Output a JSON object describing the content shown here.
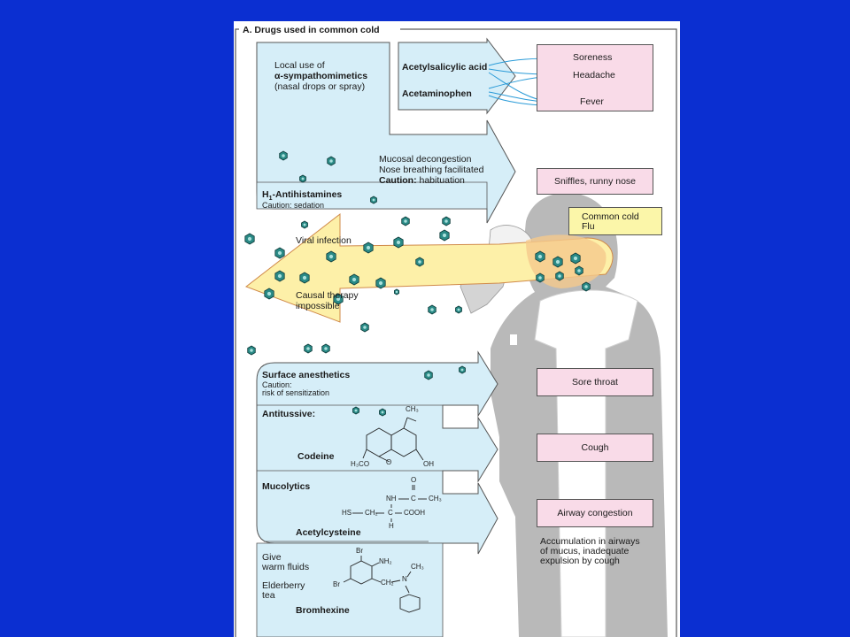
{
  "colors": {
    "background": "#0b2fd1",
    "panel": "#ffffff",
    "arrow_fill": "#d6eef8",
    "symptom_box": "#f9dbe8",
    "illness_box": "#fbf6a9",
    "virus_fill": "#2a8a86",
    "silhouette": "#b9b9b9"
  },
  "section_title": "A. Drugs used in common cold",
  "top": {
    "local_use_line1": "Local use of",
    "local_use_line2": "α-sympathomimetics",
    "local_use_line3": "(nasal drops or spray)",
    "asa": "Acetylsalicylic acid",
    "acetaminophen": "Acetaminophen",
    "symptoms": [
      "Soreness",
      "Headache",
      "Fever"
    ],
    "decongestion_line1": "Mucosal decongestion",
    "decongestion_line2": "Nose breathing facilitated",
    "caution_label": "Caution:",
    "caution_habituation": "habituation",
    "antihistamines_prefix": "H",
    "antihistamines_sub": "1",
    "antihistamines_rest": "-Antihistamines",
    "antihistamines_caution": "Caution: sedation",
    "sniffles": "Sniffles, runny nose",
    "illness_line1": "Common cold",
    "illness_line2": "Flu"
  },
  "middle": {
    "viral_infection": "Viral infection",
    "causal_line1": "Causal therapy",
    "causal_line2": "impossible"
  },
  "bottom": {
    "surface_anesthetics": "Surface anesthetics",
    "surface_caution_line1": "Caution:",
    "surface_caution_line2": "risk of sensitization",
    "sore_throat": "Sore throat",
    "antitussive": "Antitussive:",
    "codeine": "Codeine",
    "cough": "Cough",
    "mucolytics": "Mucolytics",
    "acetylcysteine": "Acetylcysteine",
    "airway_congestion": "Airway congestion",
    "accumulation_line1": "Accumulation in airways",
    "accumulation_line2": "of mucus, inadequate",
    "accumulation_line3": "expulsion by cough",
    "give_line1": "Give",
    "give_line2": "warm fluids",
    "elderberry_line1": "Elderberry",
    "elderberry_line2": "tea",
    "bromhexine": "Bromhexine"
  },
  "chemistry": {
    "codeine_ch3": "CH₃",
    "codeine_h3co": "H₃CO",
    "codeine_o": "O",
    "codeine_oh": "OH",
    "acetyl_o": "O",
    "acetyl_nh": "NH",
    "acetyl_c": "C",
    "acetyl_ch3": "CH₃",
    "acetyl_hs": "HS",
    "acetyl_ch2": "CH₂",
    "acetyl_cooh": "COOH",
    "acetyl_h": "H",
    "brom_br_top": "Br",
    "brom_nh2": "NH₂",
    "brom_ch3": "CH₃",
    "brom_br_left": "Br",
    "brom_ch2": "CH₂",
    "brom_n": "N"
  }
}
